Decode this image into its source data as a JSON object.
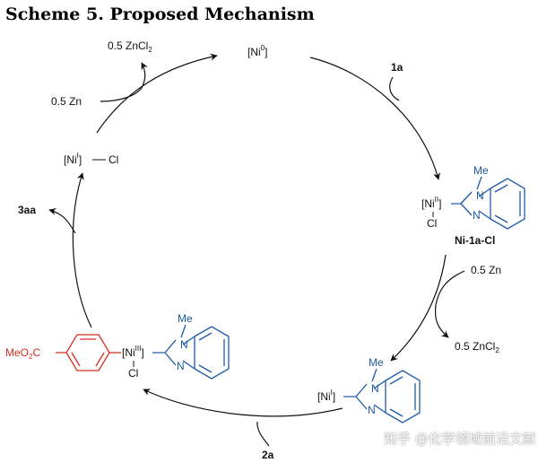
{
  "title": "Scheme 5. Proposed Mechanism",
  "colors": {
    "ink": "#111111",
    "ligand": "#1f5aa6",
    "aryl": "#d62e1f"
  },
  "species": {
    "ni0": {
      "label": "[Ni",
      "sup": "0",
      "tail": "]"
    },
    "ni1a": {
      "ni_label": "[Ni",
      "ni_sup": "II",
      "ni_tail": "]",
      "cl": "Cl",
      "ligand_me": "Me",
      "ligand_n1": "N",
      "ligand_n2": "N",
      "name": "Ni-1a-Cl"
    },
    "nii_right": {
      "ni_label": "[Ni",
      "ni_sup": "I",
      "ni_tail": "]",
      "ligand_me": "Me",
      "ligand_n1": "N",
      "ligand_n2": "N"
    },
    "niiii": {
      "ester": "MeO",
      "ester_sub": "2",
      "ester_c": "C",
      "ni_label": "[Ni",
      "ni_sup": "III",
      "ni_tail": "]",
      "cl": "Cl",
      "ligand_me": "Me",
      "ligand_n1": "N",
      "ligand_n2": "N"
    },
    "nii_cl": {
      "label": "[Ni",
      "sup": "I",
      "tail": "]",
      "cl": "Cl"
    }
  },
  "reagents": {
    "r1a": "1a",
    "zn_in_right": "0.5 Zn",
    "zncl2_out_right": {
      "text": "0.5 ZnCl",
      "sub": "2"
    },
    "r2a": "2a",
    "p3aa": "3aa",
    "zn_in_left": "0.5 Zn",
    "zncl2_out_left": {
      "text": "0.5 ZnCl",
      "sub": "2"
    }
  },
  "watermark": "知乎 @化学领域前沿文献"
}
